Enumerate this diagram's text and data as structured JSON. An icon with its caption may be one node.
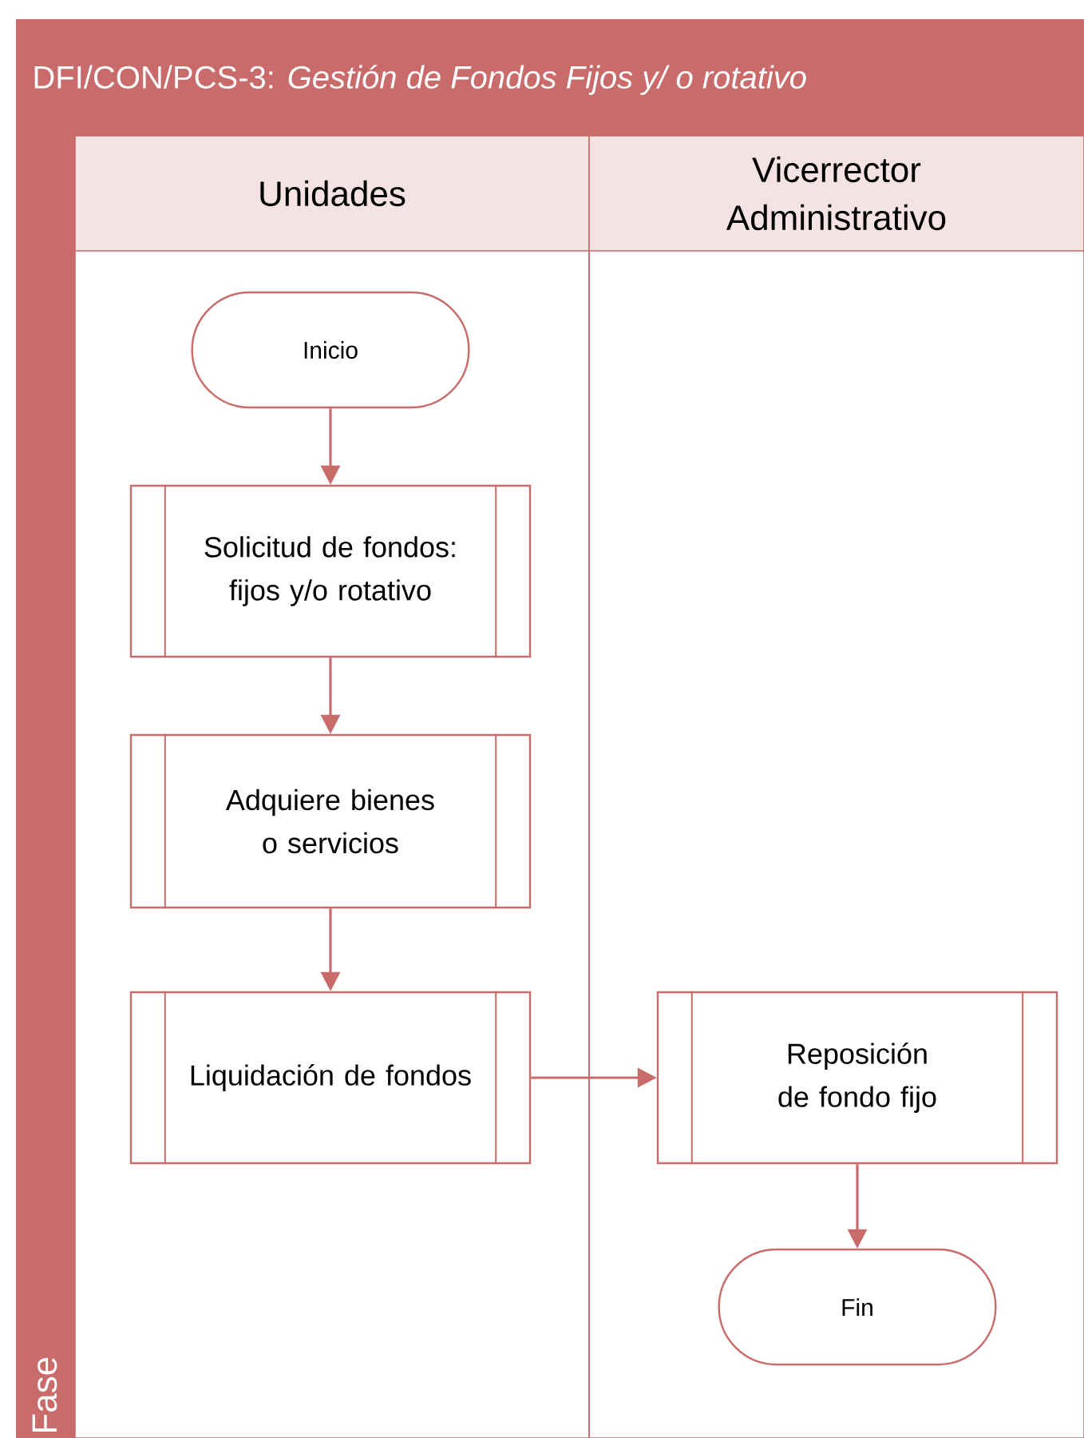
{
  "diagram": {
    "title": "DFI/CON/PCS-3: *Gestión de Fondos Fijos y/ o rotativo*",
    "nodes": [
      {
        "text": [
          "Unidades"
        ]
      },
      {
        "text": [
          "Vicerrector Administrativo"
        ]
      },
      {
        "text": [
          "Inicio"
        ],
        "in": 0
      },
      {
        "text": [
          "Solicitud de fondos: fijos y/o rotativo"
        ],
        "in": 0
      },
      {
        "text": [
          "Adquiere bienes o servicios"
        ],
        "in": 0
      },
      {
        "text": [
          "Liquidación de fondos"
        ],
        "in": 0
      },
      {
        "text": [
          "Reposición de  fondo fijo"
        ],
        "in": 1
      },
      {
        "text": [
          "Fin"
        ],
        "in": 1
      }
    ],
    "edges": [
      {
        "from": 2,
        "to": 3,
        "arrow": "to"
      },
      {
        "from": 3,
        "to": 4,
        "arrow": "to"
      },
      {
        "from": 4,
        "to": 5,
        "arrow": "to"
      },
      {
        "from": 5,
        "to": 6,
        "arrow": "to"
      },
      {
        "from": 6,
        "to": 7,
        "arrow": "to"
      }
    ],
    "labels": [
      "Fase"
    ]
  }
}
